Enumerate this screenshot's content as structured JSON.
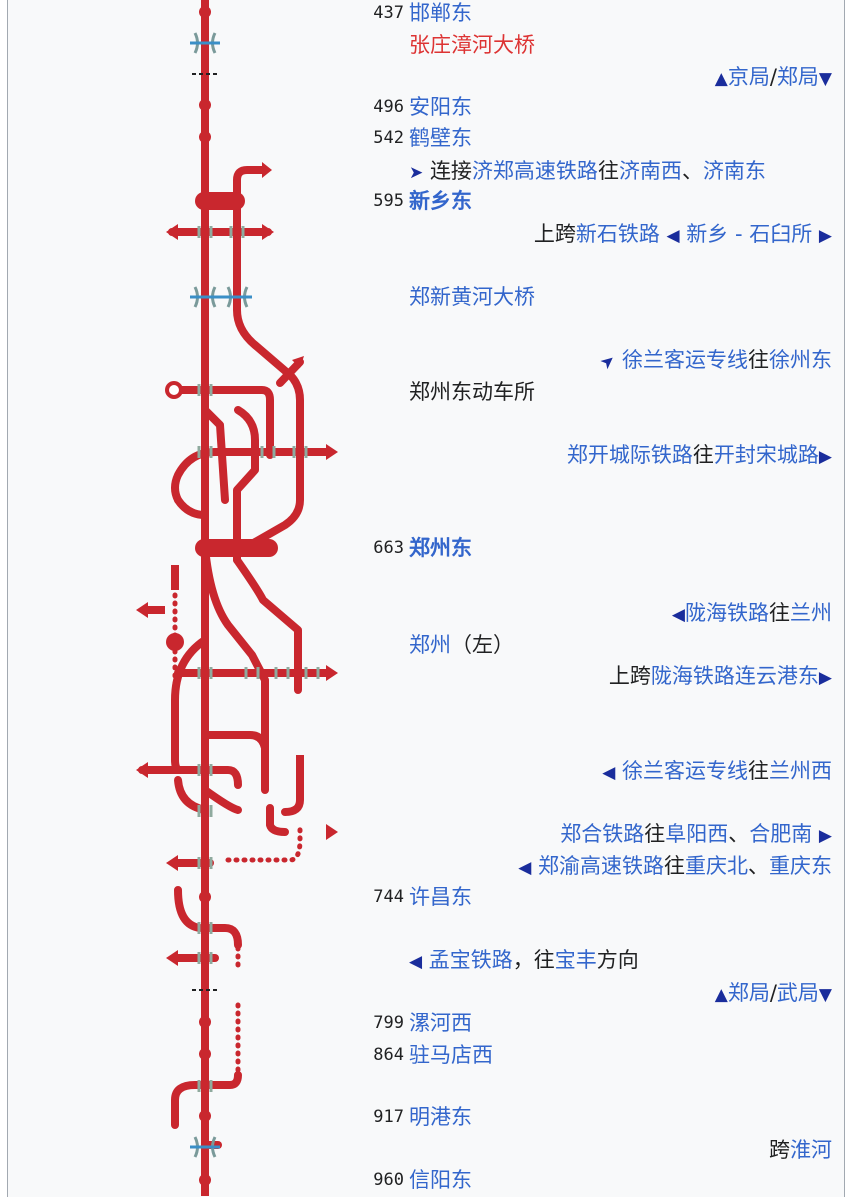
{
  "colors": {
    "line": "#c9272e",
    "link": "#3366cc",
    "redlink": "#d33333",
    "text": "#202122",
    "arrow": "#1a2d9c",
    "bridge": "#3a8fc7"
  },
  "rows": {
    "r0": {
      "km": "437",
      "name": "邯郸东"
    },
    "r1": {
      "name": "张庄漳河大桥"
    },
    "r2": {
      "up": "▲",
      "a": "京局",
      "sep": "/",
      "b": "郑局",
      "down": "▼"
    },
    "r3": {
      "km": "496",
      "name": "安阳东"
    },
    "r4": {
      "km": "542",
      "name": "鹤壁东"
    },
    "r5": {
      "arrow": "➤",
      "pre": "连接",
      "line": "济郑高速铁路",
      "mid": "往",
      "d1": "济南西",
      "sep": "、",
      "d2": "济南东"
    },
    "r6": {
      "km": "595",
      "name": "新乡东"
    },
    "r7": {
      "pre": "上跨",
      "line": "新石铁路",
      "al": "◀",
      "a": "新乡",
      "sep": " - ",
      "b": "石臼所",
      "ar": "▶"
    },
    "r8": {
      "name": "郑新黄河大桥"
    },
    "r9": {
      "arrow": "➤",
      "line": "徐兰客运专线",
      "mid": "往",
      "dest": "徐州东"
    },
    "r10": {
      "name": "郑州东动车所"
    },
    "r11": {
      "line": "郑开城际铁路",
      "mid": "往",
      "dest": "开封宋城路",
      "ar": "▶"
    },
    "r12": {
      "km": "663",
      "name": "郑州东"
    },
    "r13": {
      "al": "◀",
      "line": "陇海铁路",
      "mid": "往",
      "dest": "兰州"
    },
    "r14": {
      "name": "郑州",
      "note": "（左）"
    },
    "r15": {
      "pre": "上跨",
      "line": "陇海铁路",
      "dest": "连云港东",
      "ar": "▶"
    },
    "r16": {
      "al": "◀",
      "line": "徐兰客运专线",
      "mid": "往",
      "dest": "兰州西"
    },
    "r17": {
      "line": "郑合铁路",
      "mid": "往",
      "d1": "阜阳西",
      "sep": "、",
      "d2": "合肥南",
      "ar": "▶"
    },
    "r18": {
      "al": "◀",
      "line": "郑渝高速铁路",
      "mid": "往",
      "d1": "重庆北",
      "sep": "、",
      "d2": "重庆东"
    },
    "r19": {
      "km": "744",
      "name": "许昌东"
    },
    "r20": {
      "al": "◀",
      "line": "孟宝铁路",
      "mid": "，往",
      "dest": "宝丰",
      "post": "方向"
    },
    "r21": {
      "up": "▲",
      "a": "郑局",
      "sep": "/",
      "b": "武局",
      "down": "▼"
    },
    "r22": {
      "km": "799",
      "name": "漯河西"
    },
    "r23": {
      "km": "864",
      "name": "驻马店西"
    },
    "r24": {
      "km": "917",
      "name": "明港东"
    },
    "r25": {
      "pre": "跨",
      "river": "淮河"
    },
    "r26": {
      "km": "960",
      "name": "信阳东"
    }
  }
}
